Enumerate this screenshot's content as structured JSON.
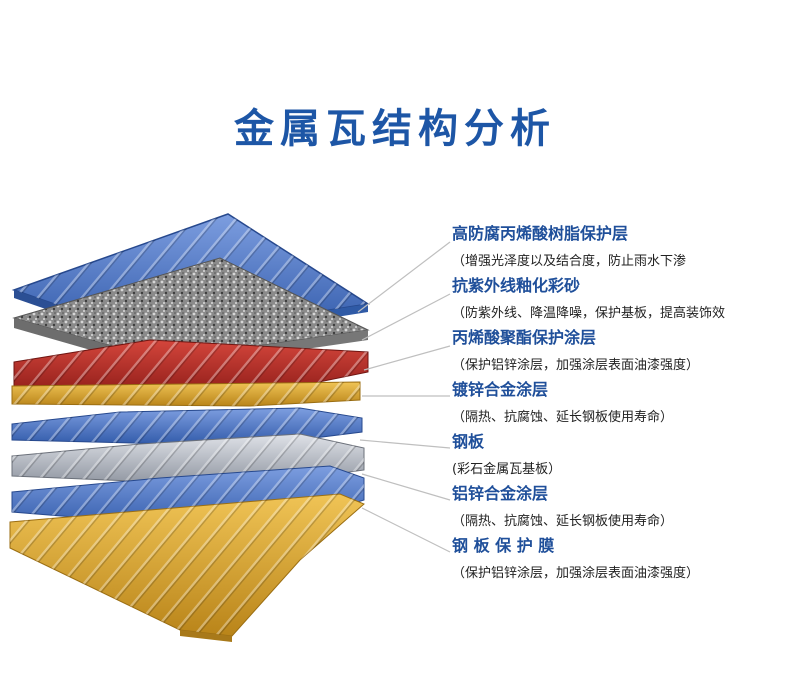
{
  "title": "金属瓦结构分析",
  "layers": [
    {
      "title": "高防腐丙烯酸树脂保护层",
      "desc": "（增强光泽度以及结合度，防止雨水下渗"
    },
    {
      "title": "抗紫外线釉化彩砂",
      "desc": "（防紫外线、降温降噪，保护基板，提高装饰效"
    },
    {
      "title": "丙烯酸聚酯保护涂层",
      "desc": "（保护铝锌涂层，加强涂层表面油漆强度）"
    },
    {
      "title": "镀锌合金涂层",
      "desc": "（隔热、抗腐蚀、延长钢板使用寿命）"
    },
    {
      "title": "钢板",
      "desc": "(彩石金属瓦基板）"
    },
    {
      "title": "铝锌合金涂层",
      "desc": "（隔热、抗腐蚀、延长钢板使用寿命）"
    },
    {
      "title": "钢 板 保 护 膜",
      "desc": "（保护铝锌涂层，加强涂层表面油漆强度）"
    }
  ],
  "colors": {
    "title": "#1d56a6",
    "label_title": "#1f4f9a",
    "blue": "#4a74c4",
    "gravel": "#8c8c8c",
    "red": "#b52a24",
    "gold": "#d9a52e",
    "silver": "#b8bcc4"
  }
}
